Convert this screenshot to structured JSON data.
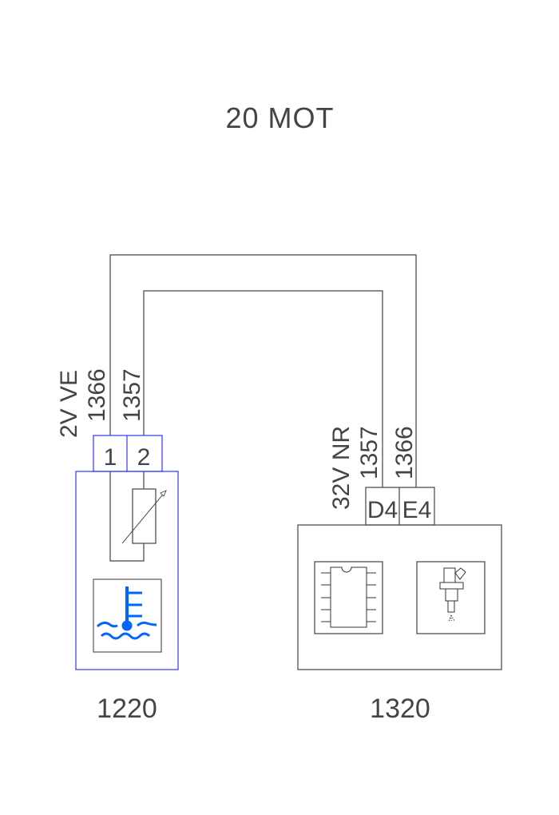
{
  "title": "20 MOT",
  "left_component": {
    "id": "1220",
    "connector_label": "2V VE",
    "wires": [
      "1366",
      "1357"
    ],
    "pins": [
      "1",
      "2"
    ],
    "icon": "coolant-temperature-icon",
    "accent": "#0066ff"
  },
  "right_component": {
    "id": "1320",
    "connector_label": "32V NR",
    "wires": [
      "1357",
      "1366"
    ],
    "pins": [
      "D4",
      "E4"
    ],
    "icons": [
      "ecu-chip-icon",
      "fuel-injector-icon"
    ]
  }
}
